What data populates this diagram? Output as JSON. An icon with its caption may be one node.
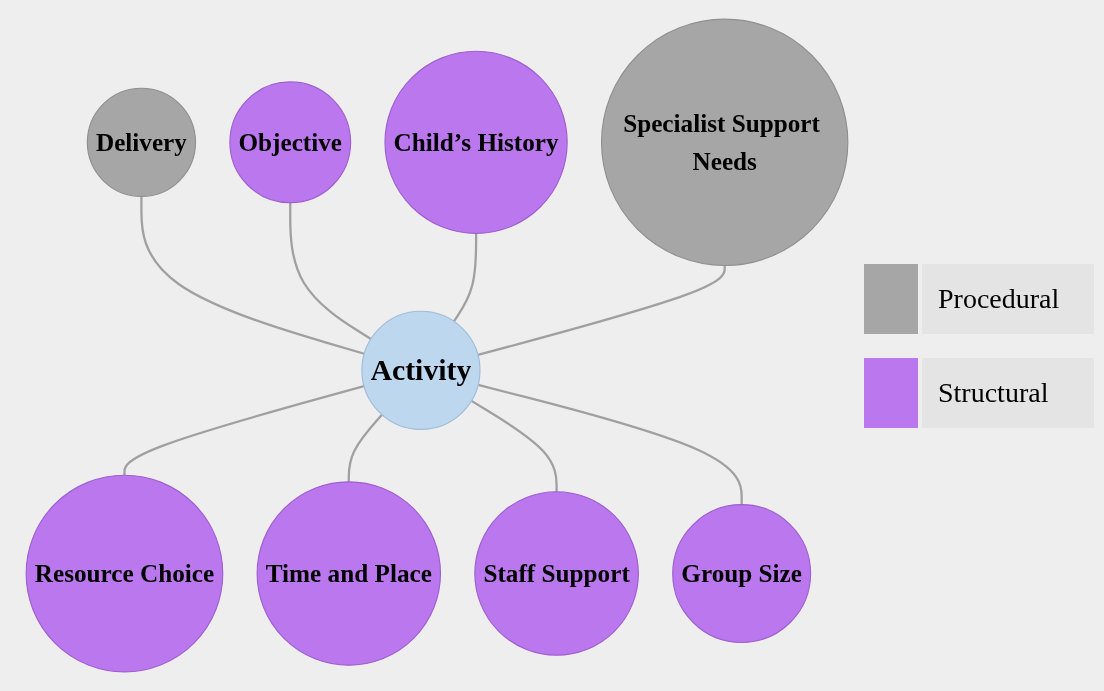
{
  "diagram": {
    "nodes": [
      {
        "text": [
          "Objective"
        ]
      },
      {
        "text": [
          "Delivery"
        ]
      },
      {
        "text": [
          "Child’s History"
        ]
      },
      {
        "text": [
          "Specialist Support Needs"
        ]
      },
      {
        "text": [
          "Activity"
        ]
      },
      {
        "text": [
          "Resource Choice"
        ]
      },
      {
        "text": [
          "Time and Place"
        ]
      },
      {
        "text": [
          "Group Size"
        ]
      },
      {
        "text": [
          "Staff Support"
        ]
      }
    ],
    "edges": [
      {
        "from": 1,
        "to": 4,
        "arrow": "none"
      },
      {
        "from": 0,
        "to": 4,
        "arrow": "none"
      },
      {
        "from": 2,
        "to": 4,
        "arrow": "none"
      },
      {
        "from": 3,
        "to": 4,
        "arrow": "none"
      },
      {
        "from": 4,
        "to": 5,
        "arrow": "none"
      },
      {
        "from": 4,
        "to": 6,
        "arrow": "none"
      },
      {
        "from": 4,
        "to": 8,
        "arrow": "none"
      },
      {
        "from": 4,
        "to": 7,
        "arrow": "none"
      }
    ],
    "legend": [
      {
        "text": "Procedural",
        "color": "#a6a6a6"
      },
      {
        "text": "Structural",
        "color": "#bb77ee"
      }
    ]
  }
}
